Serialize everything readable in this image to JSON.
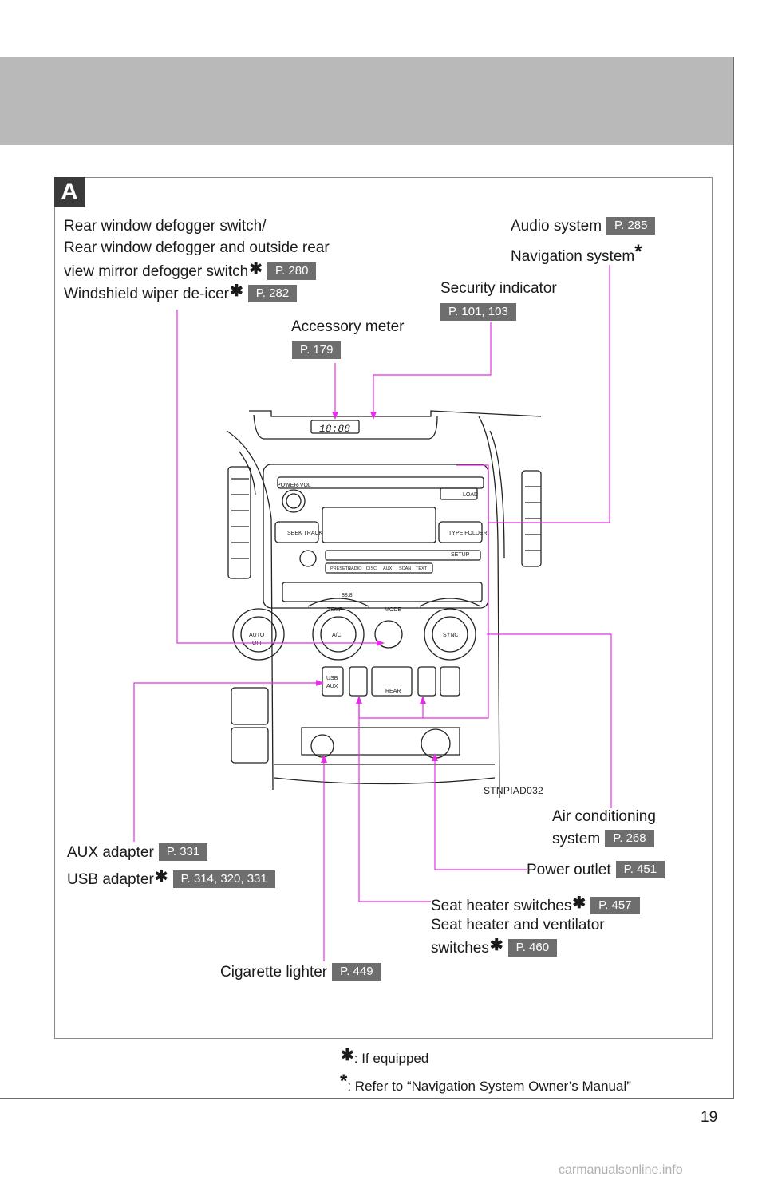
{
  "page": {
    "number": "19",
    "section_letter": "A",
    "drawing_id": "STNPIAD032"
  },
  "callouts": {
    "rear_defogger_line1": "Rear window defogger switch/",
    "rear_defogger_line2": "Rear window defogger and outside rear",
    "rear_defogger_line3": "view mirror defogger switch",
    "rear_defogger_ref": "P. 280",
    "wiper_deicer": "Windshield wiper de-icer",
    "wiper_deicer_ref": "P. 282",
    "audio_system": "Audio system",
    "audio_system_ref": "P. 285",
    "navigation_system": "Navigation system",
    "security_indicator": "Security indicator",
    "security_indicator_ref": "P. 101, 103",
    "accessory_meter": "Accessory meter",
    "accessory_meter_ref": "P. 179",
    "air_conditioning_line1": "Air conditioning",
    "air_conditioning_line2": "system",
    "air_conditioning_ref": "P. 268",
    "aux_adapter": "AUX adapter",
    "aux_adapter_ref": "P. 331",
    "usb_adapter": "USB adapter",
    "usb_adapter_ref": "P. 314, 320, 331",
    "power_outlet": "Power outlet",
    "power_outlet_ref": "P. 451",
    "seat_heater": "Seat heater switches",
    "seat_heater_ref": "P. 457",
    "seat_heater_vent_line1": "Seat heater and ventilator",
    "seat_heater_vent_line2": "switches",
    "seat_heater_vent_ref": "P. 460",
    "cigarette_lighter": "Cigarette lighter",
    "cigarette_lighter_ref": "P. 449"
  },
  "symbols": {
    "if_equipped": "✱",
    "refer_nav": "*"
  },
  "footnotes": {
    "if_equipped": ": If equipped",
    "refer_nav": ": Refer to “Navigation System Owner’s Manual”"
  },
  "panel_labels": {
    "clock": "18:88",
    "power_vol": "POWER·VOL",
    "load": "LOAD",
    "seek_track": "SEEK TRACK",
    "type_folder": "TYPE FOLDER",
    "setup": "SETUP",
    "presets": [
      "PRESETS",
      "RADIO",
      "DISC",
      "AUX",
      "SCAN",
      "TEXT"
    ],
    "driver_temp": "88.8",
    "auto": "AUTO",
    "off": "OFF",
    "ac": "A/C",
    "sync": "SYNC",
    "temp": "TEMP",
    "mode": "MODE",
    "usb": "USB",
    "aux": "AUX",
    "rear": "REAR"
  },
  "colors": {
    "leader": "#e62ee6",
    "ref_box": "#6e6e6e",
    "header_band": "#b9b9b9"
  },
  "watermark": "carmanualsonline.info"
}
